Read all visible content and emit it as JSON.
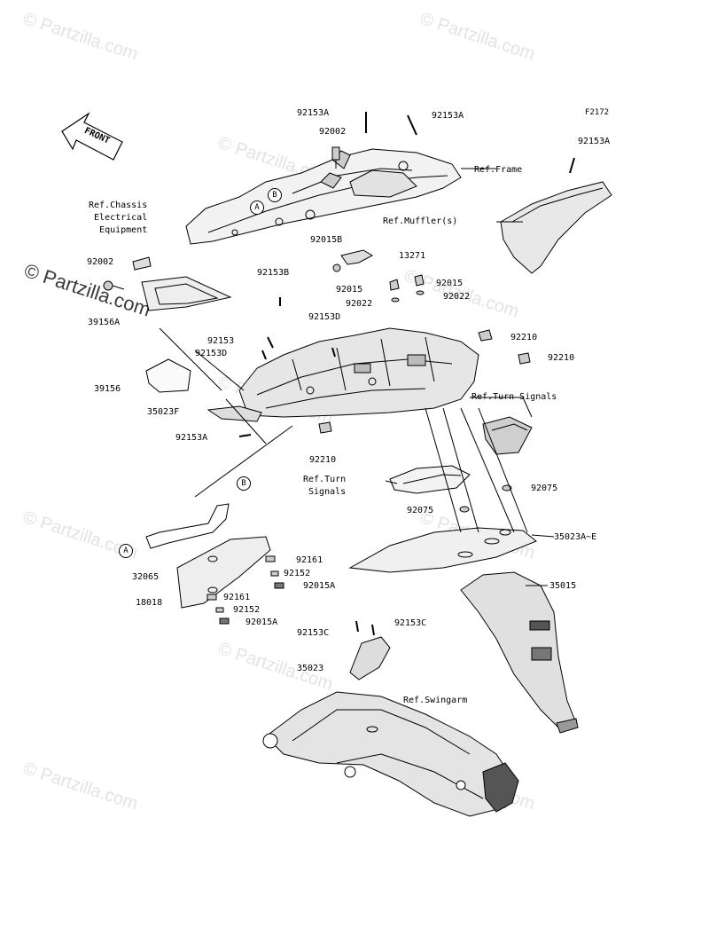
{
  "diagram": {
    "code": "F2172",
    "front_label": "FRONT",
    "watermarks": [
      "© Partzilla.com",
      "© Partzilla.com",
      "© Partzilla.com",
      "© Partzilla.com",
      "© Partzilla.com",
      "© Partzilla.com",
      "© Partzilla.com",
      "© Partzilla.com",
      "© Partzilla.com",
      "© Partzilla.com"
    ],
    "watermark_main": "© Partzilla.com",
    "references": {
      "frame": "Ref.Frame",
      "chassis": "Ref.Chassis\nElectrical\nEquipment",
      "muffler": "Ref.Muffler(s)",
      "turn_signals_right": "Ref.Turn Signals",
      "turn_signals_left": "Ref.Turn\nSignals",
      "swingarm": "Ref.Swingarm"
    },
    "markers": {
      "a_top": "A",
      "b_top": "B",
      "a_left": "A",
      "b_mid": "B"
    },
    "part_labels": [
      "92153A",
      "92153A",
      "92002",
      "92153A",
      "92002",
      "92015B",
      "13271",
      "92153B",
      "92015",
      "92015",
      "92022",
      "92022",
      "39156A",
      "92153D",
      "92153",
      "92153D",
      "92210",
      "92210",
      "39156",
      "35023F",
      "92153A",
      "92210",
      "92075",
      "92075",
      "35023A~E",
      "92161",
      "92152",
      "92015A",
      "32065",
      "92161",
      "18018",
      "92152",
      "92015A",
      "35015",
      "92153C",
      "92153C",
      "35023"
    ]
  }
}
